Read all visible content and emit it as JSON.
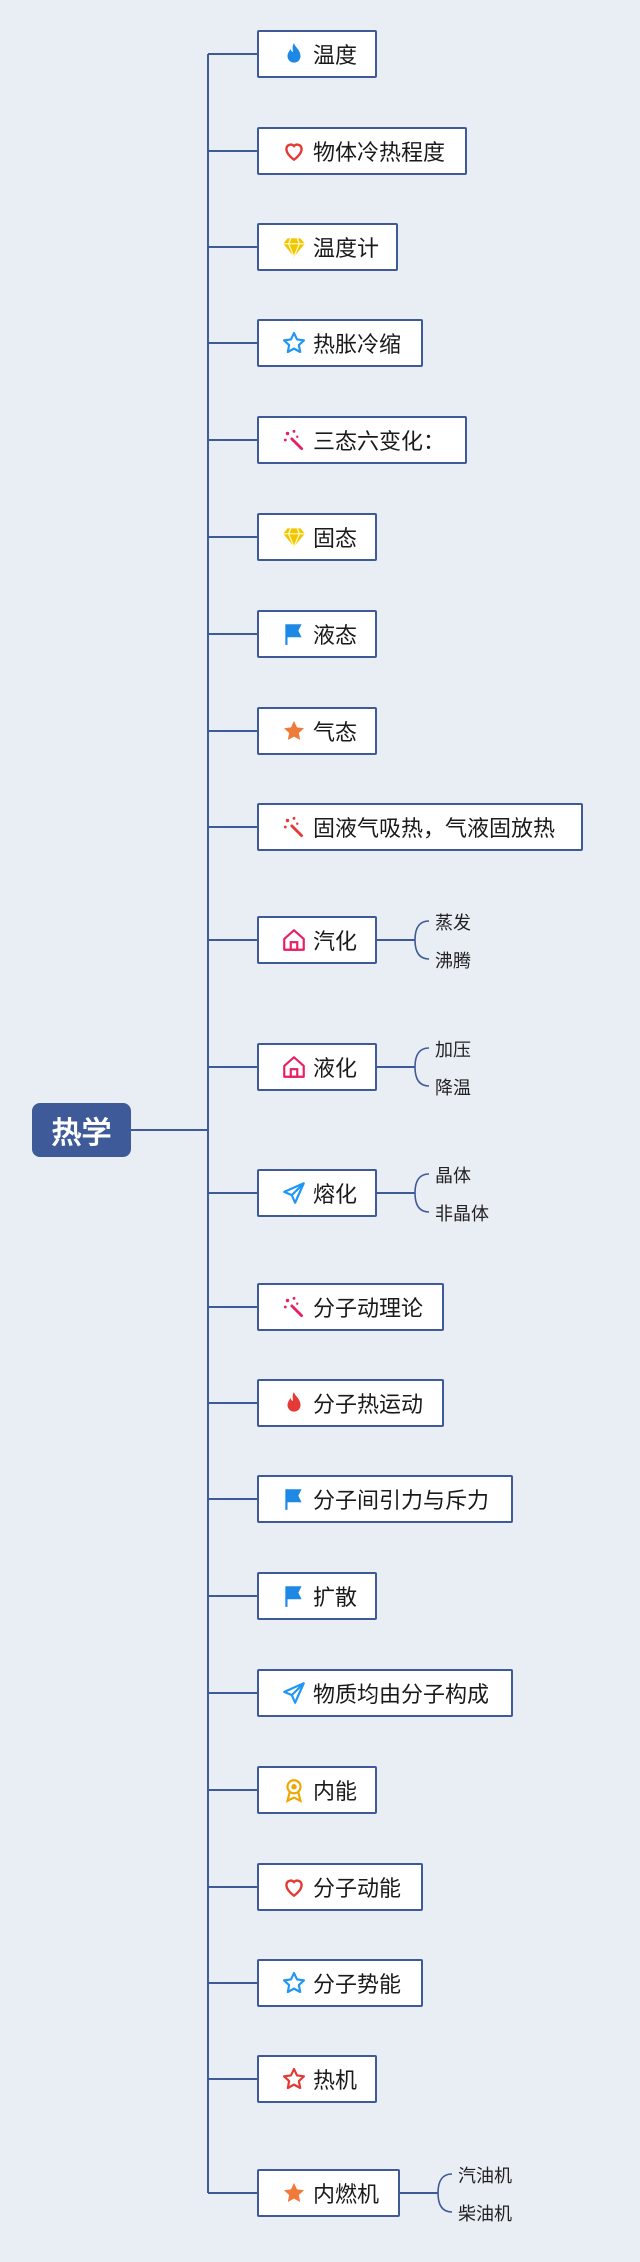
{
  "root": {
    "label": "热学"
  },
  "topics": [
    {
      "label": "温度",
      "icon": "fire-icon",
      "color": "#1e88e5",
      "children": []
    },
    {
      "label": "物体冷热程度",
      "icon": "heart-icon",
      "color": "#e53935",
      "children": []
    },
    {
      "label": "温度计",
      "icon": "diamond-icon",
      "color": "#f2c500",
      "children": []
    },
    {
      "label": "热胀冷缩",
      "icon": "star-outline-icon",
      "color": "#2196f3",
      "children": []
    },
    {
      "label": "三态六变化：",
      "icon": "magic-wand-icon",
      "color": "#e91e63",
      "children": []
    },
    {
      "label": "固态",
      "icon": "diamond-icon",
      "color": "#f2c500",
      "children": []
    },
    {
      "label": "液态",
      "icon": "flag-icon",
      "color": "#1e88e5",
      "children": []
    },
    {
      "label": "气态",
      "icon": "star-filled-icon",
      "color": "#f07a3a",
      "children": []
    },
    {
      "label": "固液气吸热，气液固放热",
      "icon": "magic-wand-icon",
      "color": "#e53935",
      "children": []
    },
    {
      "label": "汽化",
      "icon": "home-icon",
      "color": "#e91e63",
      "children": [
        "蒸发",
        "沸腾"
      ]
    },
    {
      "label": "液化",
      "icon": "home-icon",
      "color": "#e91e63",
      "children": [
        "加压",
        "降温"
      ]
    },
    {
      "label": "熔化",
      "icon": "paper-plane-icon",
      "color": "#2196f3",
      "children": [
        "晶体",
        "非晶体"
      ]
    },
    {
      "label": "分子动理论",
      "icon": "magic-wand-icon",
      "color": "#e91e63",
      "children": []
    },
    {
      "label": "分子热运动",
      "icon": "fire-icon",
      "color": "#e53935",
      "children": []
    },
    {
      "label": "分子间引力与斥力",
      "icon": "flag-icon",
      "color": "#1e88e5",
      "children": []
    },
    {
      "label": "扩散",
      "icon": "flag-icon",
      "color": "#1e88e5",
      "children": []
    },
    {
      "label": "物质均由分子构成",
      "icon": "paper-plane-icon",
      "color": "#2196f3",
      "children": []
    },
    {
      "label": "内能",
      "icon": "medal-icon",
      "color": "#f0a500",
      "children": []
    },
    {
      "label": "分子动能",
      "icon": "heart-icon",
      "color": "#e53935",
      "children": []
    },
    {
      "label": "分子势能",
      "icon": "star-outline-icon",
      "color": "#2196f3",
      "children": []
    },
    {
      "label": "热机",
      "icon": "star-outline-icon",
      "color": "#e53935",
      "children": []
    },
    {
      "label": "内燃机",
      "icon": "star-filled-icon",
      "color": "#f07a3a",
      "children": [
        "汽油机",
        "柴油机"
      ]
    }
  ],
  "colors": {
    "line": "#3f5a99",
    "root_bg": "#3f5a99",
    "background": "#e9eef5"
  }
}
